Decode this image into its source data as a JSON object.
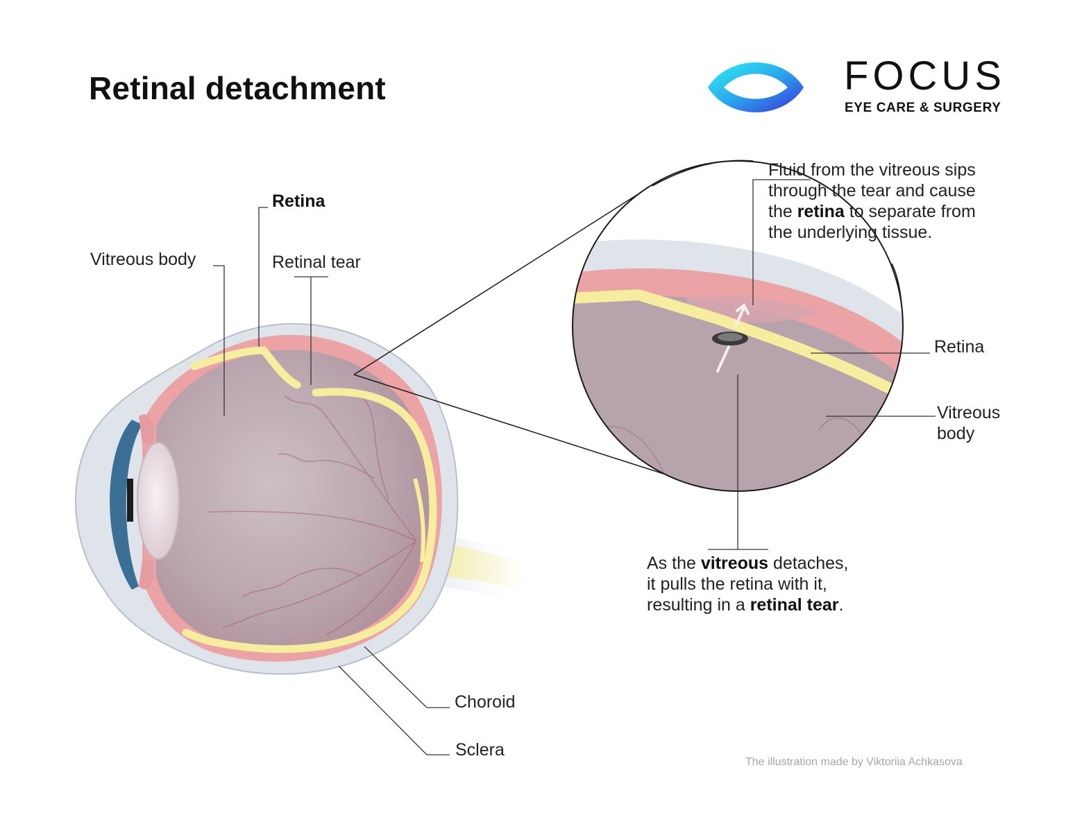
{
  "title": "Retinal detachment",
  "brand": {
    "name": "FOCUS",
    "tagline": "EYE CARE & SURGERY",
    "logo_icon": "eye-logo-icon",
    "colors": {
      "gradient_start": "#2fe0f0",
      "gradient_end": "#3a3ad8"
    }
  },
  "labels": {
    "retina": "Retina",
    "vitreous_body": "Vitreous body",
    "retinal_tear": "Retinal tear",
    "choroid": "Choroid",
    "sclera": "Sclera",
    "zoom_retina": "Retina",
    "zoom_vitreous_line1": "Vitreous",
    "zoom_vitreous_line2": "body"
  },
  "fluid_note": {
    "line1": "Fluid from the vitreous sips",
    "line2": "through the tear and cause",
    "line3_pre": "the ",
    "line3_bold": "retina",
    "line3_post": " to separate from",
    "line4": "the underlying tissue."
  },
  "vitreous_note": {
    "line1_pre": "As the ",
    "line1_bold": "vitreous",
    "line1_post": " detaches,",
    "line2": "it pulls the retina with it,",
    "line3_pre": "resulting in a ",
    "line3_bold": "retinal tear",
    "line3_post": "."
  },
  "credit": "The illustration made by Viktoriia Achkasova",
  "colors": {
    "sclera": "#dfe3ea",
    "choroid": "#eba3a6",
    "retina": "#f6ee9e",
    "vitreous": "#b7a3ab",
    "lens": "#efe6ea",
    "cornea_iris": "#3b6f95"
  }
}
